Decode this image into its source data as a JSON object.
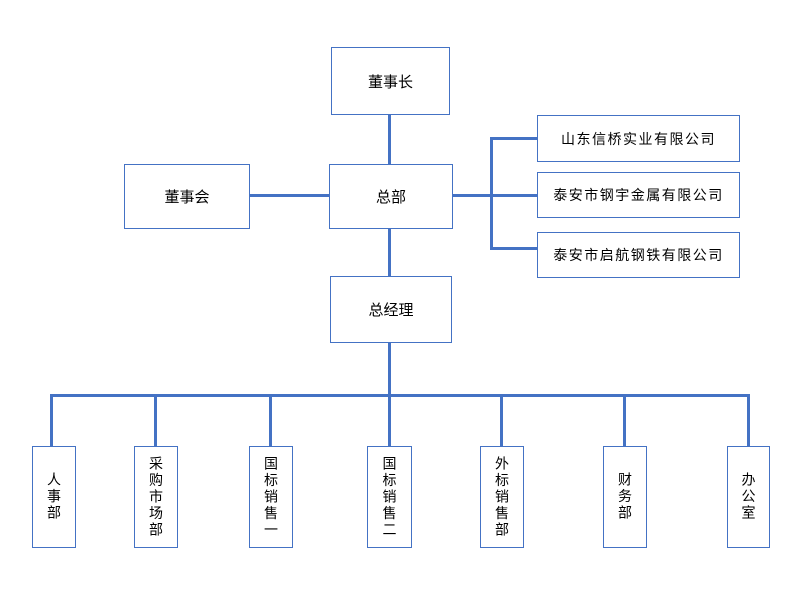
{
  "colors": {
    "line": "#4472C4",
    "box-border": "#4472C4",
    "text": "#000000",
    "background": "#ffffff"
  },
  "nodes": {
    "chairman": "董事长",
    "board": "董事会",
    "headquarters": "总部",
    "general_manager": "总经理",
    "subsidiaries": [
      "山东信桥实业有限公司",
      "泰安市钢宇金属有限公司",
      "泰安市启航钢铁有限公司"
    ],
    "departments": [
      "人事部",
      "采购市场部",
      "国标销售一",
      "国标销售二",
      "外标销售部",
      "财务部",
      "办公室"
    ]
  }
}
